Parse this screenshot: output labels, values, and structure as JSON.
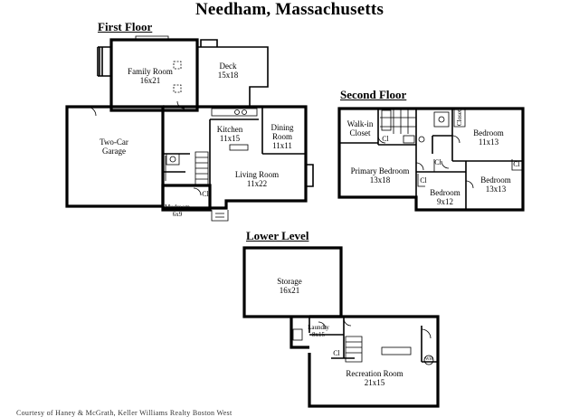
{
  "title": "Needham, Massachusetts",
  "footer": "Courtesy of Haney & McGrath, Keller Williams Realty Boston West",
  "floors": {
    "first": {
      "label": "First Floor",
      "rooms": {
        "family": {
          "name": "Family Room",
          "dim": "16x21"
        },
        "deck": {
          "name": "Deck",
          "dim": "15x18"
        },
        "garage": {
          "name": "Two-Car",
          "name2": "Garage"
        },
        "kitchen": {
          "name": "Kitchen",
          "dim": "11x15"
        },
        "dining": {
          "name": "Dining",
          "name2": "Room",
          "dim": "11x11"
        },
        "living": {
          "name": "Living Room",
          "dim": "11x22"
        },
        "mudroom": {
          "name": "Mudroom",
          "dim": "6x9"
        }
      },
      "closet": "Cl"
    },
    "second": {
      "label": "Second Floor",
      "rooms": {
        "walkin": {
          "name": "Walk-in",
          "name2": "Closet"
        },
        "primary": {
          "name": "Primary Bedroom",
          "dim": "13x18"
        },
        "bed1": {
          "name": "Bedroom",
          "dim": "11x13"
        },
        "bed2": {
          "name": "Bedroom",
          "dim": "13x13"
        },
        "bed3": {
          "name": "Bedroom",
          "dim": "9x12"
        },
        "closet_vertical": "Closet"
      },
      "closet": "Cl"
    },
    "lower": {
      "label": "Lower Level",
      "rooms": {
        "storage": {
          "name": "Storage",
          "dim": "16x21"
        },
        "laundry": {
          "name": "Laundry",
          "dim": "8x15"
        },
        "recreation": {
          "name": "Recreation Room",
          "dim": "21x15"
        }
      },
      "closet": "Cl",
      "heater": "WH"
    }
  }
}
